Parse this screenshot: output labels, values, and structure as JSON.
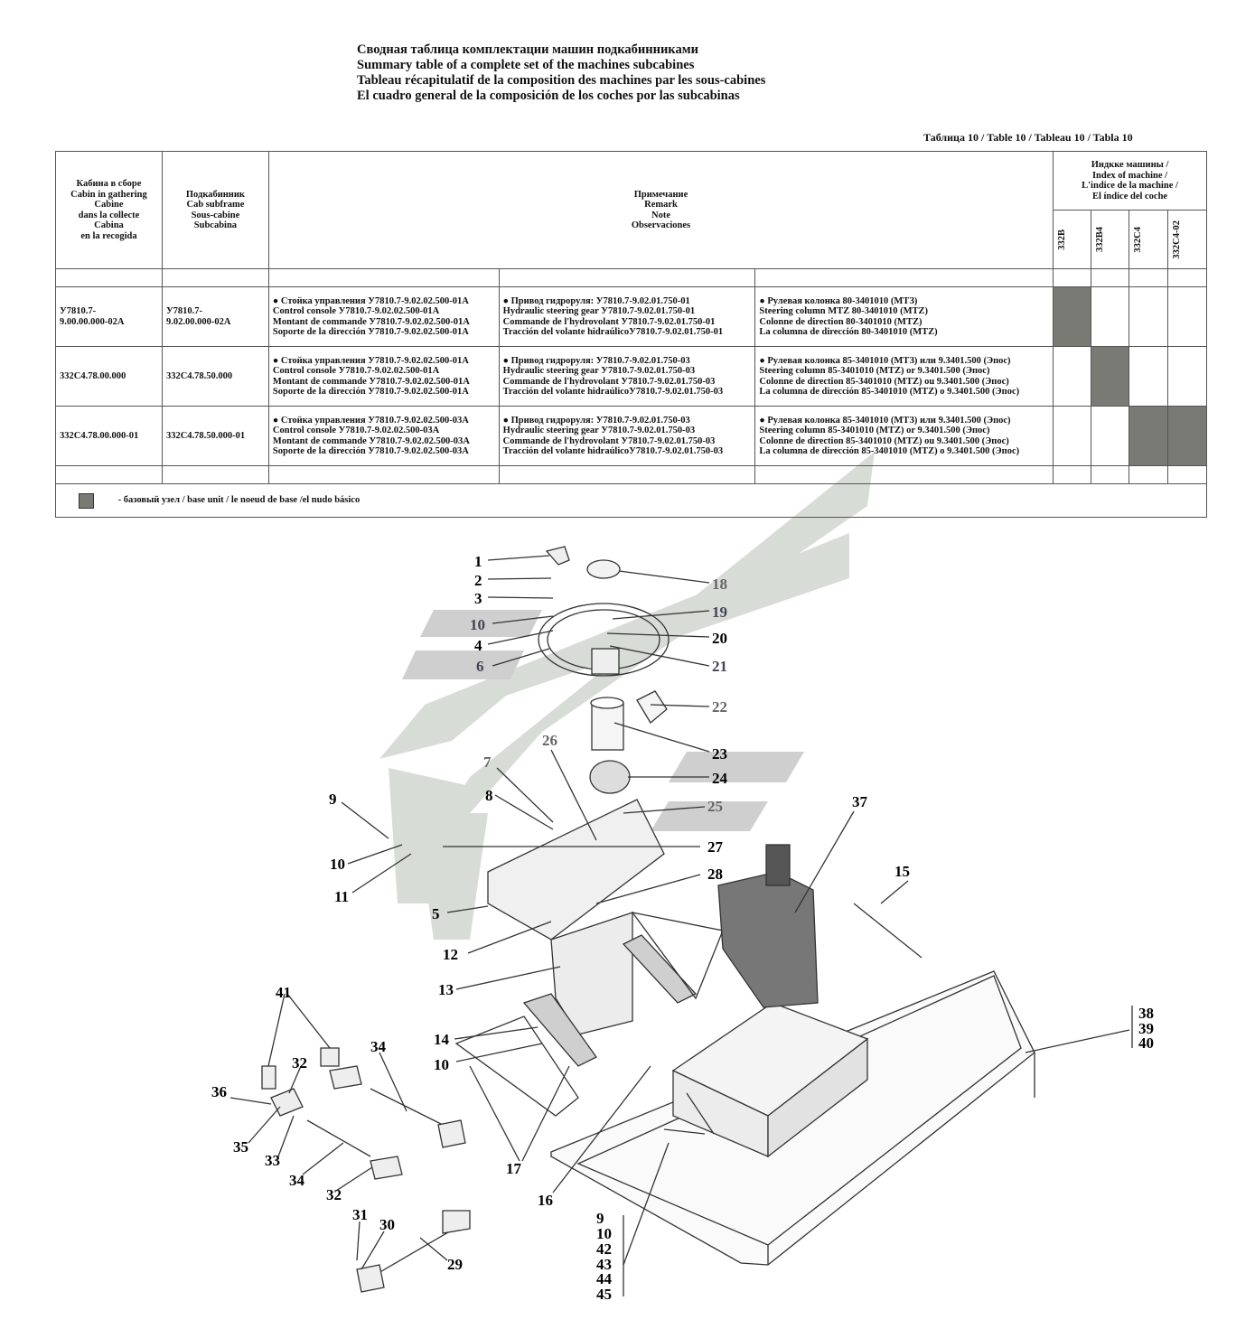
{
  "titles": [
    "Сводная таблица комплектации машин подкабинниками",
    "Summary table of a complete set of the machines subcabines",
    "Tableau récapitulatif de la composition des machines par les sous-cabines",
    "El cuadro general de la composición de los coches por las subcabinas"
  ],
  "table_number": "Таблица 10 / Table 10 / Tableau 10 / Tabla 10",
  "header": {
    "cabin": [
      "Кабина в сборе",
      "Cabin in gathering",
      "Cabine",
      "dans la collecte",
      "Cabina",
      "en la recogida"
    ],
    "subframe": [
      "Подкабинник",
      "Cab subframe",
      "Sous-cabine",
      "Subcabina"
    ],
    "remark": [
      "Примечание",
      "Remark",
      "Note",
      "Observaciones"
    ],
    "index": [
      "Индкке машины /",
      "Index of machine /",
      "L'indice de la machine /",
      "El índice del coche"
    ],
    "models": [
      "332В",
      "332В4",
      "332С4",
      "332С4-02"
    ]
  },
  "rows": [
    {
      "cabin": [
        "У7810.7-",
        "9.00.00.000-02А"
      ],
      "subframe": [
        "У7810.7-",
        "9.02.00.000-02А"
      ],
      "col1": [
        "● Стойка управления У7810.7-9.02.02.500-01А",
        "Control console У7810.7-9.02.02.500-01А",
        "Montant de commande У7810.7-9.02.02.500-01А",
        "Soporte de la dirección У7810.7-9.02.02.500-01А"
      ],
      "col2": [
        "● Привод гидроруля: У7810.7-9.02.01.750-01",
        "Hydraulic steering gear У7810.7-9.02.01.750-01",
        "Commande de l'hydrovolant У7810.7-9.02.01.750-01",
        "Tracción del volante hidraúlicoУ7810.7-9.02.01.750-01"
      ],
      "col3": [
        "● Рулевая колонка 80-3401010 (МТЗ)",
        "Steering column MTZ 80-3401010 (MTZ)",
        "Colonne de direction 80-3401010 (MTZ)",
        "La columna de dirección 80-3401010 (MTZ)"
      ],
      "marks": [
        true,
        false,
        false,
        false
      ]
    },
    {
      "cabin": [
        "332С4.78.00.000"
      ],
      "subframe": [
        "332С4.78.50.000"
      ],
      "col1": [
        "● Стойка управления У7810.7-9.02.02.500-01А",
        "Control console У7810.7-9.02.02.500-01А",
        "Montant de commande У7810.7-9.02.02.500-01А",
        "Soporte de la dirección У7810.7-9.02.02.500-01А"
      ],
      "col2": [
        "● Привод гидроруля: У7810.7-9.02.01.750-03",
        "Hydraulic steering gear У7810.7-9.02.01.750-03",
        "Commande de l'hydrovolant У7810.7-9.02.01.750-03",
        "Tracción del volante hidraúlicoУ7810.7-9.02.01.750-03"
      ],
      "col3": [
        "● Рулевая колонка 85-3401010 (МТЗ) или 9.3401.500 (Эпос)",
        "Steering column 85-3401010 (MTZ) or 9.3401.500 (Эпос)",
        "Colonne de direction 85-3401010 (MTZ) ou 9.3401.500 (Эпос)",
        "La columna de dirección 85-3401010 (MTZ) o 9.3401.500 (Эпос)"
      ],
      "marks": [
        false,
        true,
        false,
        false
      ]
    },
    {
      "cabin": [
        "332С4.78.00.000-01"
      ],
      "subframe": [
        "332С4.78.50.000-01"
      ],
      "col1": [
        "● Стойка управления У7810.7-9.02.02.500-03А",
        "Control console У7810.7-9.02.02.500-03А",
        "Montant de commande У7810.7-9.02.02.500-03А",
        "Soporte de la dirección У7810.7-9.02.02.500-03А"
      ],
      "col2": [
        "● Привод гидроруля: У7810.7-9.02.01.750-03",
        "Hydraulic steering gear У7810.7-9.02.01.750-03",
        "Commande de l'hydrovolant У7810.7-9.02.01.750-03",
        "Tracción del volante hidraúlicoУ7810.7-9.02.01.750-03"
      ],
      "col3": [
        "● Рулевая колонка 85-3401010 (МТЗ) или 9.3401.500 (Эпос)",
        "Steering column 85-3401010 (MTZ) or 9.3401.500 (Эпос)",
        "Colonne de direction 85-3401010 (MTZ) ou 9.3401.500 (Эпос)",
        "La columna de dirección 85-3401010 (MTZ) o 9.3401.500 (Эпос)"
      ],
      "marks": [
        false,
        false,
        true,
        true
      ]
    }
  ],
  "legend": "- базовый узел / base unit / le noeud de base /el nudo básico",
  "colors": {
    "base_unit": "#7a7a74",
    "watermark": "#d8dcd6",
    "watermark_dark": "#cfcfcf"
  },
  "callouts": [
    "1",
    "2",
    "3",
    "10",
    "4",
    "6",
    "18",
    "19",
    "20",
    "21",
    "22",
    "23",
    "24",
    "25",
    "26",
    "7",
    "8",
    "9",
    "10",
    "11",
    "27",
    "28",
    "37",
    "15",
    "5",
    "12",
    "13",
    "14",
    "10",
    "38",
    "39",
    "40",
    "41",
    "34",
    "32",
    "36",
    "35",
    "33",
    "34",
    "32",
    "17",
    "16",
    "31",
    "30",
    "29",
    "9",
    "10",
    "42",
    "43",
    "44",
    "45"
  ]
}
